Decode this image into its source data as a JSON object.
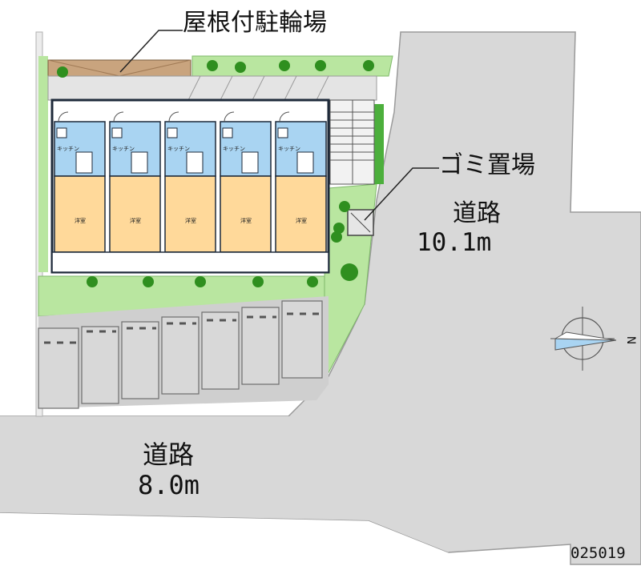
{
  "labels": {
    "roof_bicycle_parking": "屋根付駐輪場",
    "garbage_area": "ゴミ置場",
    "road_east_name": "道路",
    "road_east_width": "10.1m",
    "road_south_name": "道路",
    "road_south_width": "8.0m",
    "map_code": "025019",
    "north": "N"
  },
  "units": [
    {
      "kitchen": "キッチン",
      "room": "洋室"
    },
    {
      "kitchen": "キッチン",
      "room": "洋室"
    },
    {
      "kitchen": "キッチン",
      "room": "洋室"
    },
    {
      "kitchen": "キッチン",
      "room": "洋室"
    },
    {
      "kitchen": "キッチン",
      "room": "洋室"
    }
  ],
  "colors": {
    "road": "#d8d8d8",
    "road_edge": "#9a9a9a",
    "lawn": "#b9e6a0",
    "tree": "#2f8f1f",
    "wet_area": "#a9d4f2",
    "room": "#ffd99a",
    "wall": "#1e2a3a",
    "roof": "#c9a47e",
    "parking": "#d8d8d8"
  }
}
